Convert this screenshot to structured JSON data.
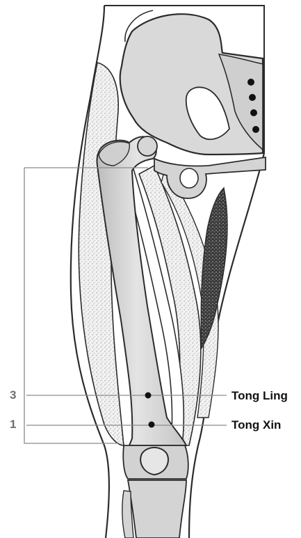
{
  "points": [
    {
      "number": "3",
      "name": "Tong Ling"
    },
    {
      "number": "1",
      "name": "Tong Xin"
    }
  ],
  "colors": {
    "bone_fill": "#d6d6d6",
    "outline": "#2b2b2b",
    "leader_line": "#8a8a8a",
    "point": "#111111"
  }
}
